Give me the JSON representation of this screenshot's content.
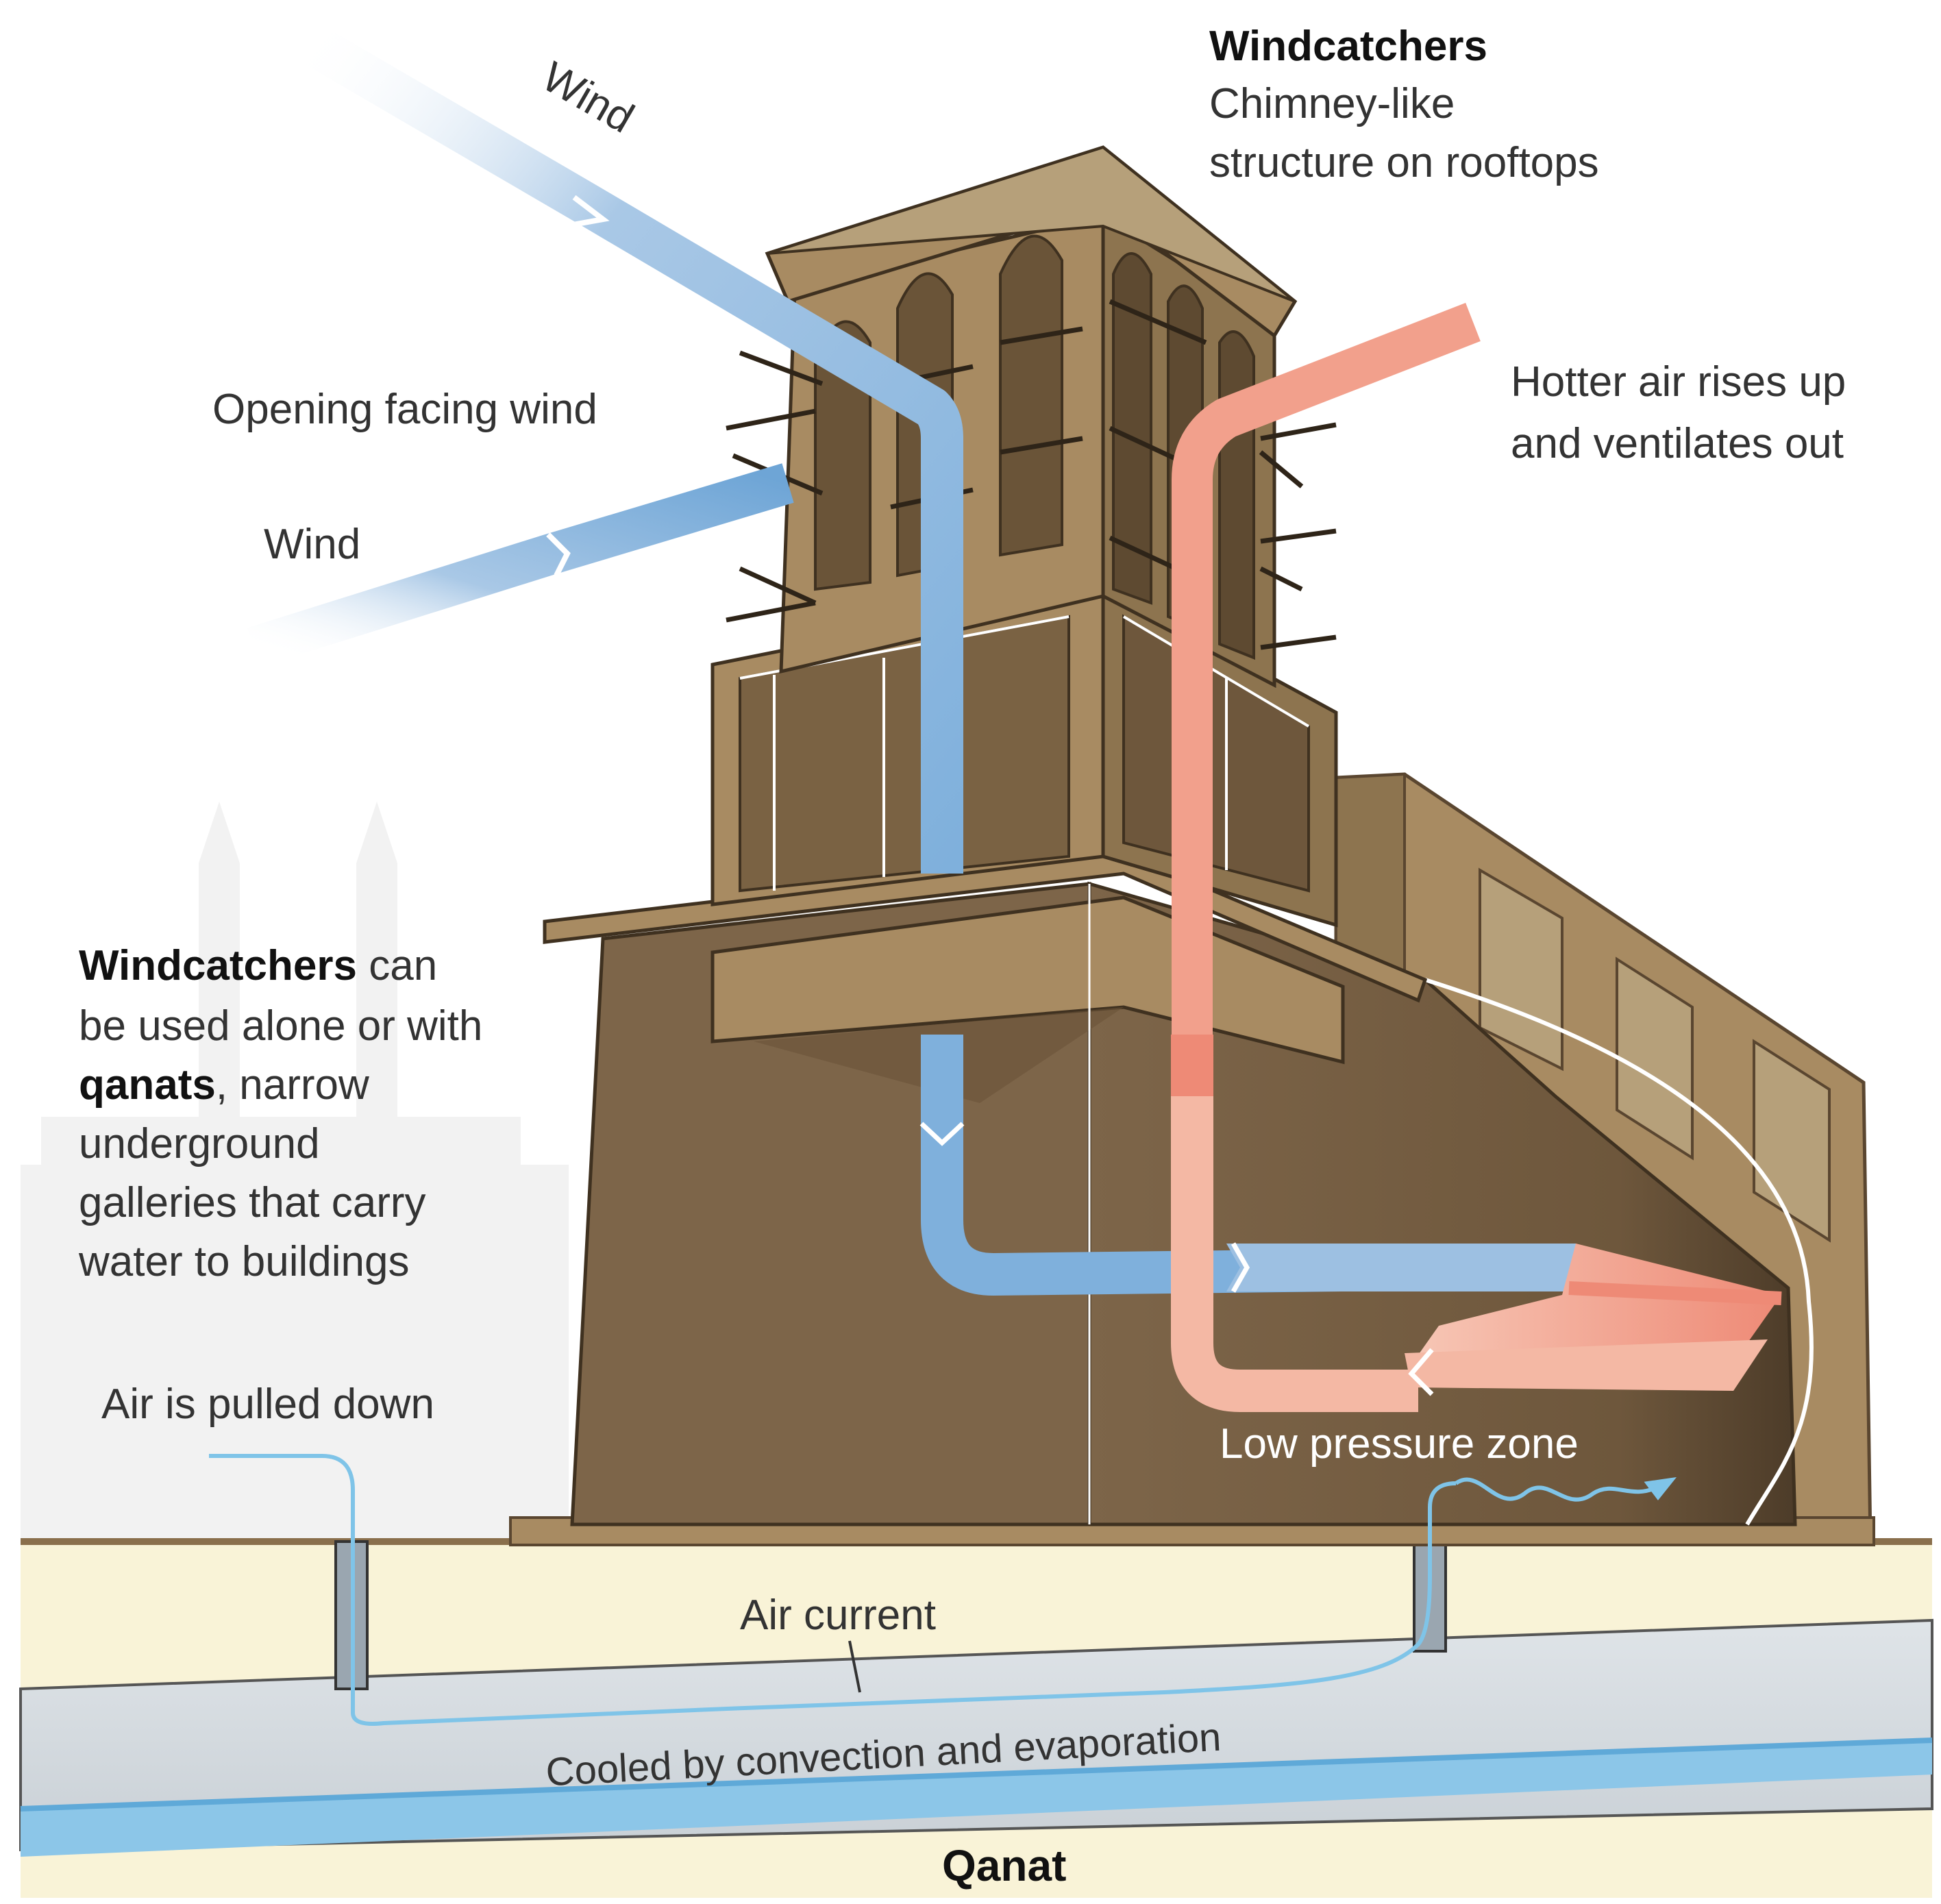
{
  "labels": {
    "windcatchers_title": "Windcatchers",
    "windcatchers_desc_line1": "Chimney-like",
    "windcatchers_desc_line2": "structure on rooftops",
    "wind_top": "Wind",
    "opening_facing_wind": "Opening facing wind",
    "wind_side": "Wind",
    "hotter_air_line1": "Hotter air rises up",
    "hotter_air_line2": "and ventilates out",
    "info_bold1": "Windcatchers",
    "info_line1_rest": " can",
    "info_line2": "be used alone or with",
    "info_bold2": "qanats",
    "info_line3_rest": ", narrow",
    "info_line4": "underground",
    "info_line5": "galleries that carry",
    "info_line6": "water to buildings",
    "air_pulled_down": "Air is pulled down",
    "low_pressure_zone": "Low pressure zone",
    "air_current": "Air current",
    "cooled_by": "Cooled by convection and evaporation",
    "qanat": "Qanat"
  },
  "colors": {
    "cool_air": "#7fb0dc",
    "warm_air": "#f2a08c",
    "building": "#a88b62",
    "building_dark": "#7c6546",
    "ground": "#f9f3d7",
    "water": "#8cc6e8"
  }
}
